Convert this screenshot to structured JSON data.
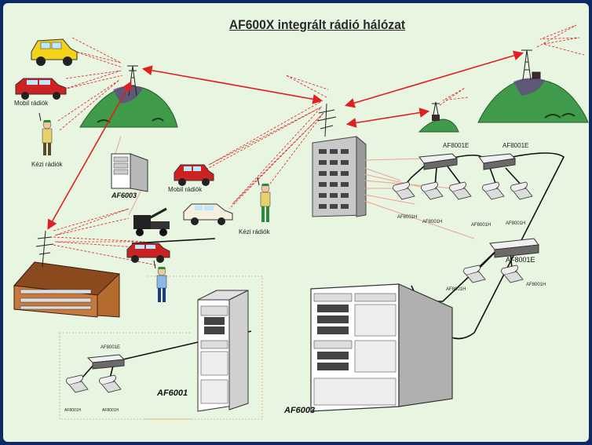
{
  "title": "AF600X integrált rádió hálózat",
  "labels": {
    "mobil_1": "Mobil rádiók",
    "kezi_1": "Kézi rádiók",
    "mobil_2": "Mobil rádiók",
    "kezi_2": "Kézi rádiók",
    "af6003_small": "AF6003",
    "af6003_big": "AF6003",
    "af6001": "AF6001",
    "af8001e_1": "AF8001E",
    "af8001e_2": "AF8001E",
    "af8001e_3": "AF8001E",
    "af8001e_4": "AF8001E",
    "af8001h_1": "AF8001H",
    "af8001h_2": "AF8001H",
    "af8001h_3": "AF8001H",
    "af8001h_4": "AF8001H",
    "af8001h_5": "AF8001H",
    "af8001h_6": "AF8001H",
    "af8001h_7": "AF8001H",
    "af8001h_8": "AF8001H"
  },
  "colors": {
    "background": "#e8f5e0",
    "frame": "#0c2a66",
    "radio_link": "#e02020",
    "wire_link": "#111111",
    "building_link": "#f0b0a0"
  }
}
